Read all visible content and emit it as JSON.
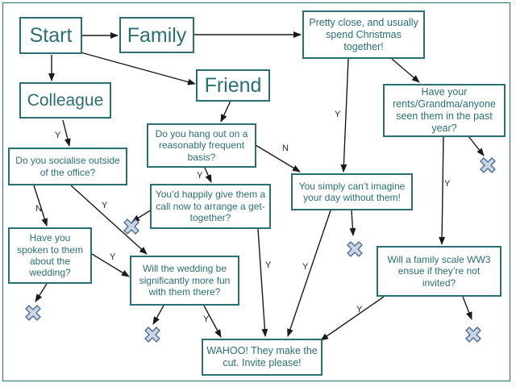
{
  "colors": {
    "box_border": "#2a6f73",
    "box_text": "#2a6f73",
    "arrow": "#1a1a1a",
    "x_fill": "#c9d6e6",
    "x_stroke": "#4a6a8a"
  },
  "nodes": {
    "start": "Start",
    "family": "Family",
    "friend": "Friend",
    "colleague": "Colleague",
    "pretty_close": "Pretty close, and usually spend Christmas together!",
    "rents": "Have your rents/Grandma/anyone seen them in the past year?",
    "hang_out": "Do you hang out on a reasonably frequent basis?",
    "socialise": "Do you socialise outside of the office?",
    "happily_call": "You’d happily give them a call now to arrange a get-together?",
    "imagine": "You simply can’t imagine your day without them!",
    "spoken": "Have you spoken to them about the wedding?",
    "more_fun": "Will the wedding be significantly more fun with them there?",
    "ww3": "Will a family scale WW3 ensue if they’re not invited?",
    "wahoo": "WAHOO! They make the cut. Invite please!"
  },
  "edge_labels": {
    "colleague_socialise": "Y",
    "pretty_imagine": "Y",
    "hang_imagine": "N",
    "hang_call": "Y",
    "socialise_spoken": "N",
    "socialise_fun": "Y",
    "rents_ww3": "Y",
    "spoken_fun": "Y",
    "call_wahoo": "Y",
    "imagine_wahoo": "Y",
    "fun_wahoo": "Y",
    "ww3_wahoo": "Y"
  },
  "icons": {
    "reject": "x-icon"
  }
}
